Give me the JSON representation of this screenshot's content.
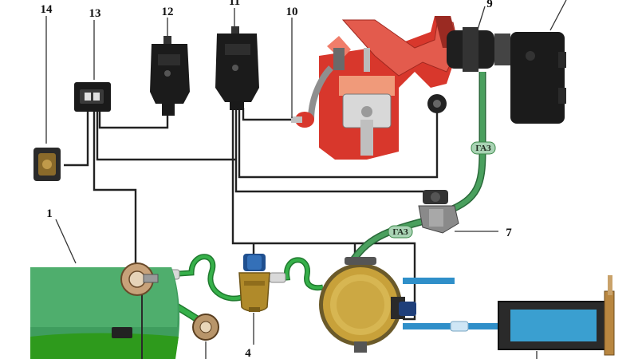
{
  "callouts": {
    "n1": "1",
    "n4": "4",
    "n7": "7",
    "n9": "9",
    "n10": "10",
    "n11": "11",
    "n12": "12",
    "n13": "13",
    "n14": "14"
  },
  "pipe_labels": {
    "gas_upper": "ГАЗ",
    "gas_lower": "ГАЗ"
  },
  "colors": {
    "tank": "#3f9d5e",
    "tank_liquid": "#2e9a1c",
    "gas_hose": "#3c8a4a",
    "green_hose": "#26983a",
    "reducer_brass": "#b08a2a",
    "engine_red": "#d8372c",
    "blue_pipe": "#2f8fc9",
    "ecu_black": "#1b1b1b"
  }
}
